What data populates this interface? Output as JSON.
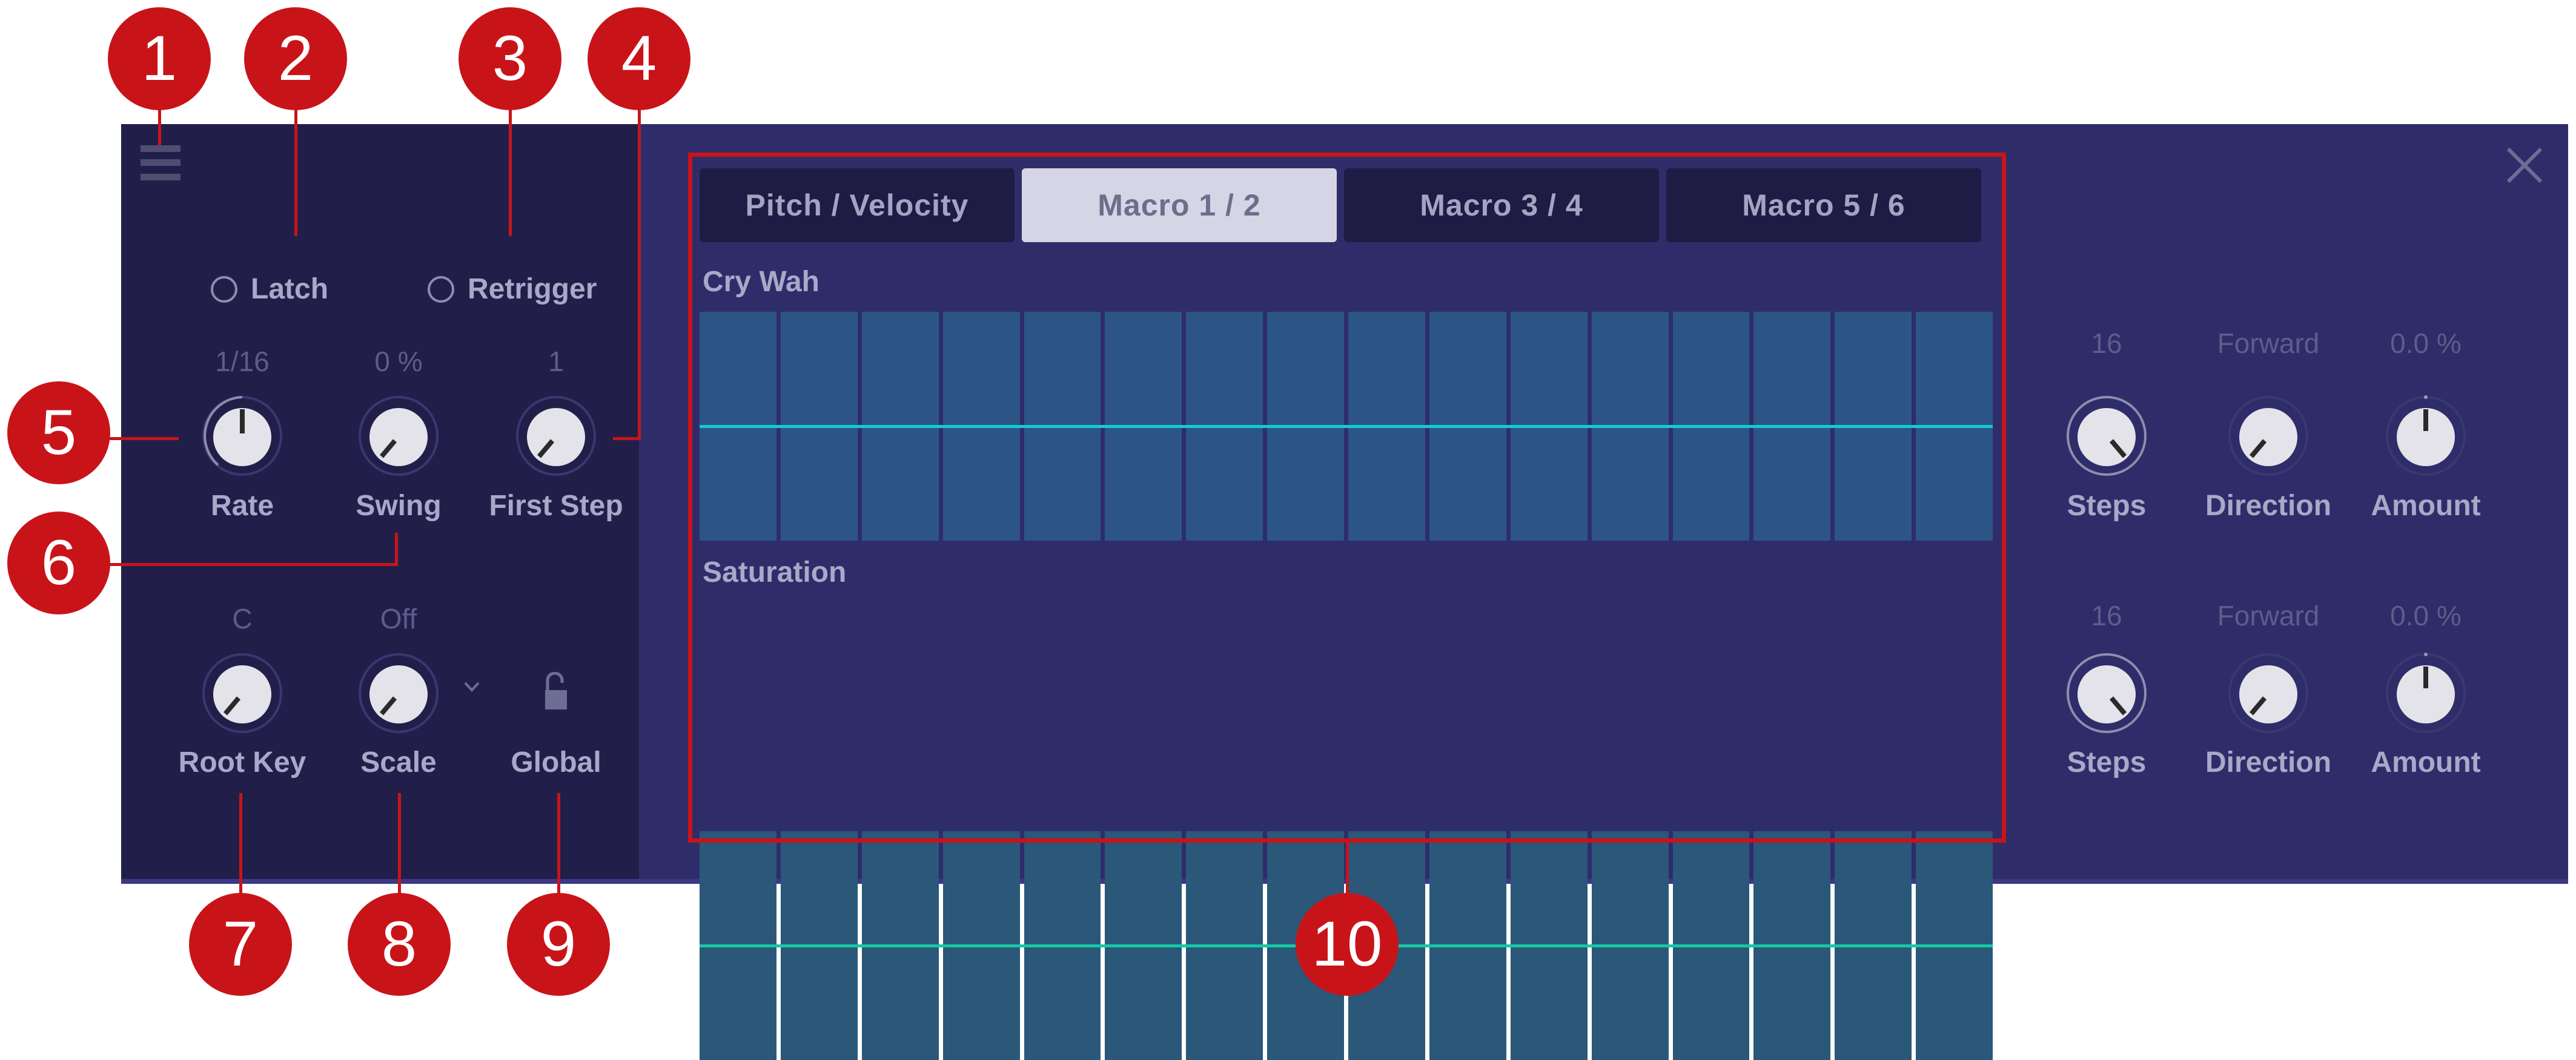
{
  "colors": {
    "panel_bg": "#2F2C6A",
    "left_panel_bg": "#211F4A",
    "tab_bg": "#1E1C45",
    "tab_active_bg": "#D6D5E5",
    "lane1_cell": "#2C5585",
    "lane1_line": "#10CBD9",
    "lane2_cell": "#2B5778",
    "lane2_line": "#14C9A4",
    "annotation_red": "#C81419"
  },
  "left_panel": {
    "menu_icon": "hamburger-menu-icon",
    "latch": {
      "label": "Latch",
      "checked": false
    },
    "retrigger": {
      "label": "Retrigger",
      "checked": false
    },
    "rate": {
      "value": "1/16",
      "label": "Rate"
    },
    "swing": {
      "value": "0 %",
      "label": "Swing"
    },
    "first_step": {
      "value": "1",
      "label": "First Step"
    },
    "root_key": {
      "value": "C",
      "label": "Root Key"
    },
    "scale": {
      "value": "Off",
      "label": "Scale",
      "dropdown_icon": "chevron-down-icon"
    },
    "global": {
      "label": "Global",
      "icon": "unlocked-padlock-icon"
    }
  },
  "tabs": [
    {
      "label": "Pitch / Velocity",
      "active": false
    },
    {
      "label": "Macro 1 / 2",
      "active": true
    },
    {
      "label": "Macro 3 / 4",
      "active": false
    },
    {
      "label": "Macro 5 / 6",
      "active": false
    }
  ],
  "lanes": [
    {
      "label": "Cry Wah",
      "steps": 16,
      "steps_control": {
        "value": "16",
        "label": "Steps"
      },
      "direction_control": {
        "value": "Forward",
        "label": "Direction"
      },
      "amount_control": {
        "value": "0.0 %",
        "label": "Amount"
      }
    },
    {
      "label": "Saturation",
      "steps": 16,
      "steps_control": {
        "value": "16",
        "label": "Steps"
      },
      "direction_control": {
        "value": "Forward",
        "label": "Direction"
      },
      "amount_control": {
        "value": "0.0 %",
        "label": "Amount"
      }
    }
  ],
  "close_icon": "close-x-icon",
  "annotations": [
    "1",
    "2",
    "3",
    "4",
    "5",
    "6",
    "7",
    "8",
    "9",
    "10"
  ]
}
